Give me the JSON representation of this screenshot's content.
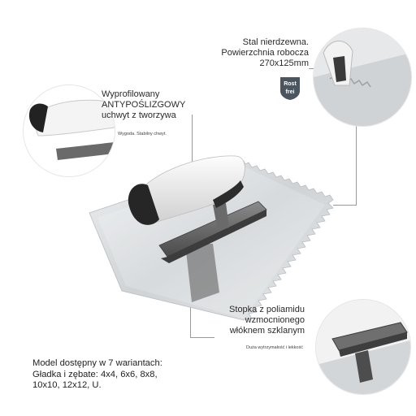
{
  "callouts": {
    "steel": {
      "line1": "Stal nierdzewna.",
      "line2": "Powierzchnia robocza",
      "line3": "270x125mm"
    },
    "handle": {
      "line1": "Wyprofilowany",
      "line2": "ANTYPOŚLIZGOWY",
      "line3": "uchwyt z tworzywa",
      "note": "Wygoda. Stabilny chwyt."
    },
    "foot": {
      "line1": "Stopka z poliamidu",
      "line2": "wzmocnionego",
      "line3": "włóknem szklanym",
      "note": "Duża wytrzymałość i lekkość"
    }
  },
  "badge": {
    "top": "Rost",
    "bottom": "frei"
  },
  "model_info": {
    "line1": "Model dostępny w 7 wariantach:",
    "line2": "Gładka i zębate: 4x4, 6x6, 8x8,",
    "line3": "10x10, 12x12, U."
  },
  "colors": {
    "steel": "#d9dbdd",
    "handle_grey": "#f0f0f0",
    "handle_dark": "#262626",
    "foot": "#6a6a6a",
    "badge": "#4a5560"
  }
}
